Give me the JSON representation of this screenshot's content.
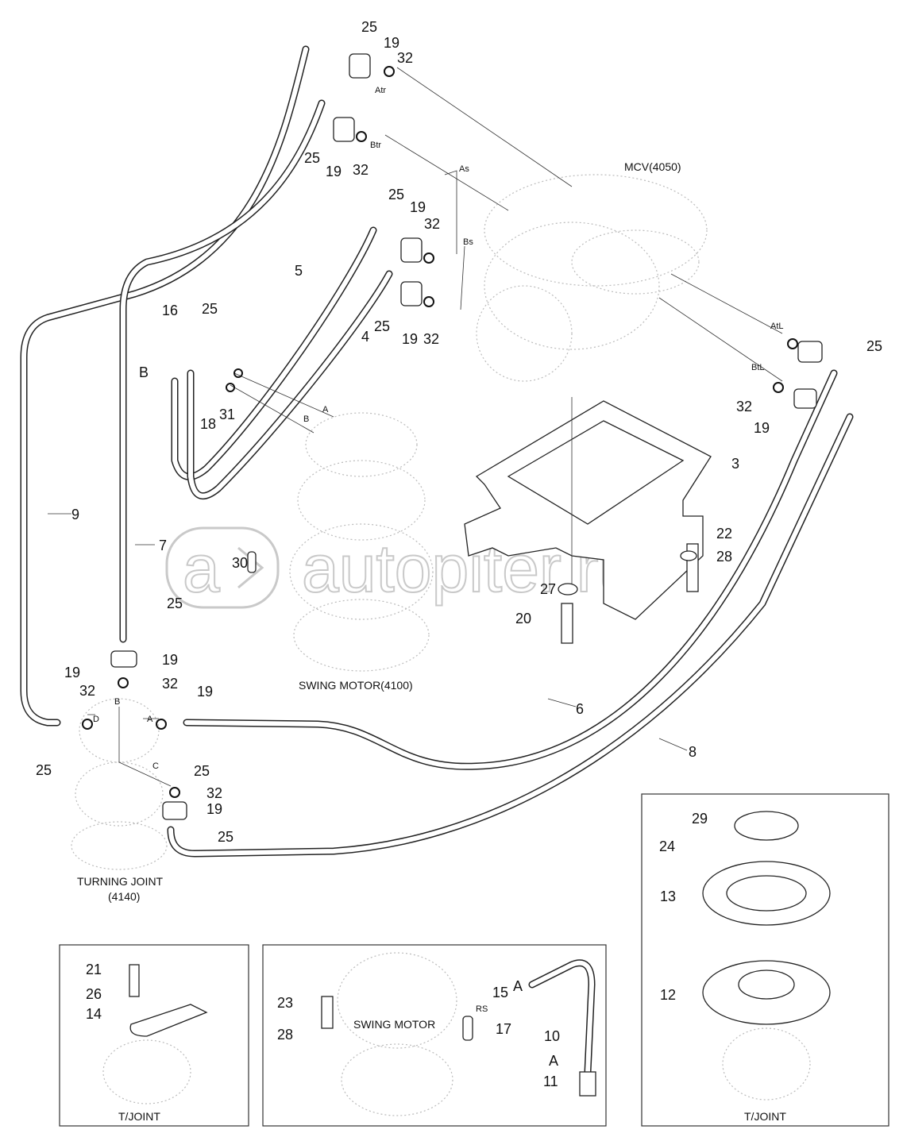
{
  "watermark": "autopiter.ru",
  "labels": [
    "25",
    "19",
    "32",
    "Atr",
    "25",
    "19",
    "32",
    "Btr",
    "As",
    "MCV(4050)",
    "25",
    "19",
    "32",
    "Bs",
    "5",
    "16",
    "25",
    "B",
    "4",
    "25",
    "19",
    "32",
    "AtL",
    "25",
    "BtL",
    "A",
    "B",
    "18",
    "31",
    "32",
    "19",
    "3",
    "9",
    "7",
    "22",
    "28",
    "30",
    "27",
    "20",
    "25",
    "19",
    "32",
    "SWING MOTOR(4100)",
    "19",
    "32",
    "19",
    "B",
    "D",
    "A",
    "6",
    "25",
    "25",
    "C",
    "8",
    "32",
    "19",
    "25",
    "29",
    "24",
    "13",
    "TURNING JOINT",
    "(4140)",
    "12",
    "21",
    "26",
    "14",
    "15",
    "A",
    "23",
    "RS",
    "10",
    "SWING MOTOR",
    "17",
    "28",
    "A",
    "11",
    "T/JOINT",
    "T/JOINT"
  ]
}
